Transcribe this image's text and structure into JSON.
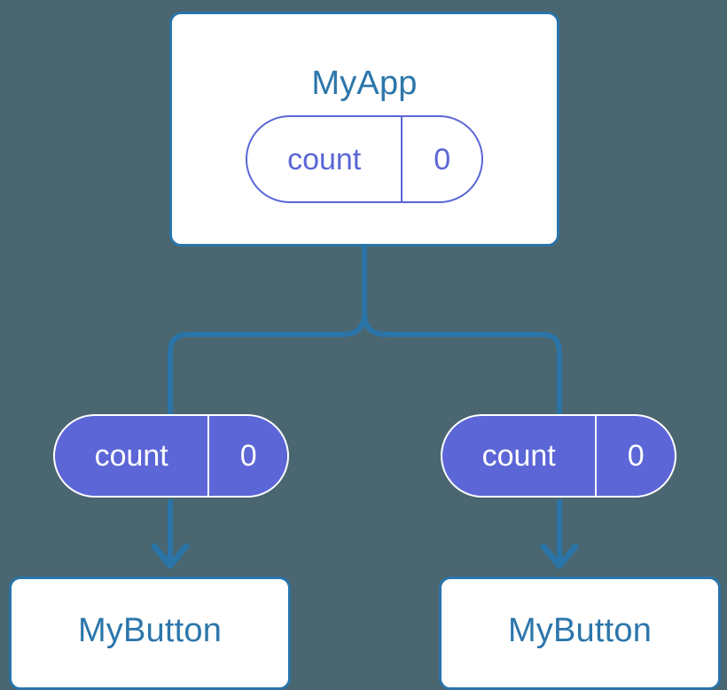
{
  "diagram": {
    "title": "MyApp",
    "background_color": "#4a6670",
    "line_color": "#2a74a8",
    "box_border_color": "#2a74a8",
    "box_fill_color": "#ffffff",
    "state_color": "#5c66d6",
    "state_text_color_filled": "#ffffff"
  },
  "root": {
    "component_name": "MyApp",
    "state": {
      "key": "count",
      "value": "0"
    }
  },
  "children": [
    {
      "component_name": "MyButton",
      "prop": {
        "key": "count",
        "value": "0"
      }
    },
    {
      "component_name": "MyButton",
      "prop": {
        "key": "count",
        "value": "0"
      }
    }
  ]
}
